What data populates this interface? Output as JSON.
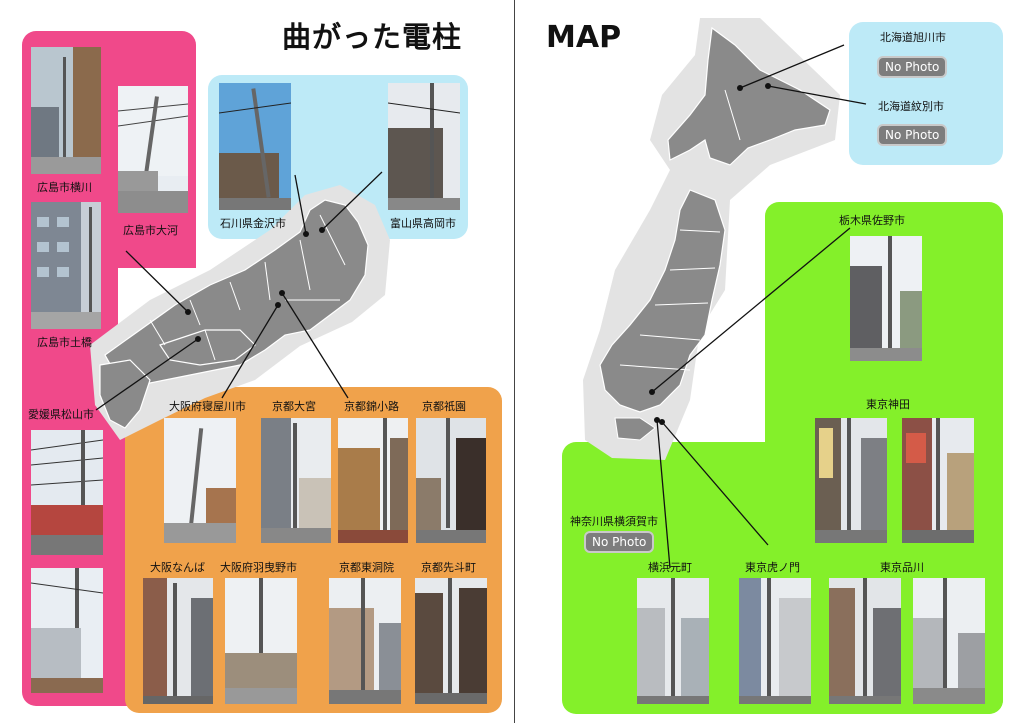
{
  "titles": {
    "left": "曲がった電柱",
    "right": "MAP"
  },
  "colors": {
    "pink": "#f0498a",
    "blue": "#bdeaf7",
    "orange": "#f0a24b",
    "green": "#84f02a",
    "map_fill": "#8a8a8a",
    "map_halo": "#e3e3e3"
  },
  "left_labels": {
    "hiroshima_yokogawa": "広島市横川",
    "hiroshima_okawa": "広島市大河",
    "hiroshima_dobashi": "広島市土橋",
    "ehime_matsuyama": "愛媛県松山市",
    "ishikawa_kanazawa": "石川県金沢市",
    "toyama_takaoka": "富山県高岡市",
    "osaka_neyagawa": "大阪府寝屋川市",
    "kyoto_omiya": "京都大宮",
    "kyoto_nishikikoji": "京都錦小路",
    "kyoto_gion": "京都祇園",
    "osaka_namba": "大阪なんば",
    "osaka_habikino": "大阪府羽曳野市",
    "kyoto_higashinotoin": "京都東洞院",
    "kyoto_pontocho": "京都先斗町"
  },
  "right_labels": {
    "hokkaido_asahikawa": "北海道旭川市",
    "hokkaido_monbetsu": "北海道紋別市",
    "tochigi_sano": "栃木県佐野市",
    "tokyo_kanda": "東京神田",
    "kanagawa_yokosuka": "神奈川県横須賀市",
    "yokohama_motomachi": "横浜元町",
    "tokyo_toranomon": "東京虎ノ門",
    "tokyo_shinagawa": "東京品川"
  },
  "no_photo": "No Photo"
}
